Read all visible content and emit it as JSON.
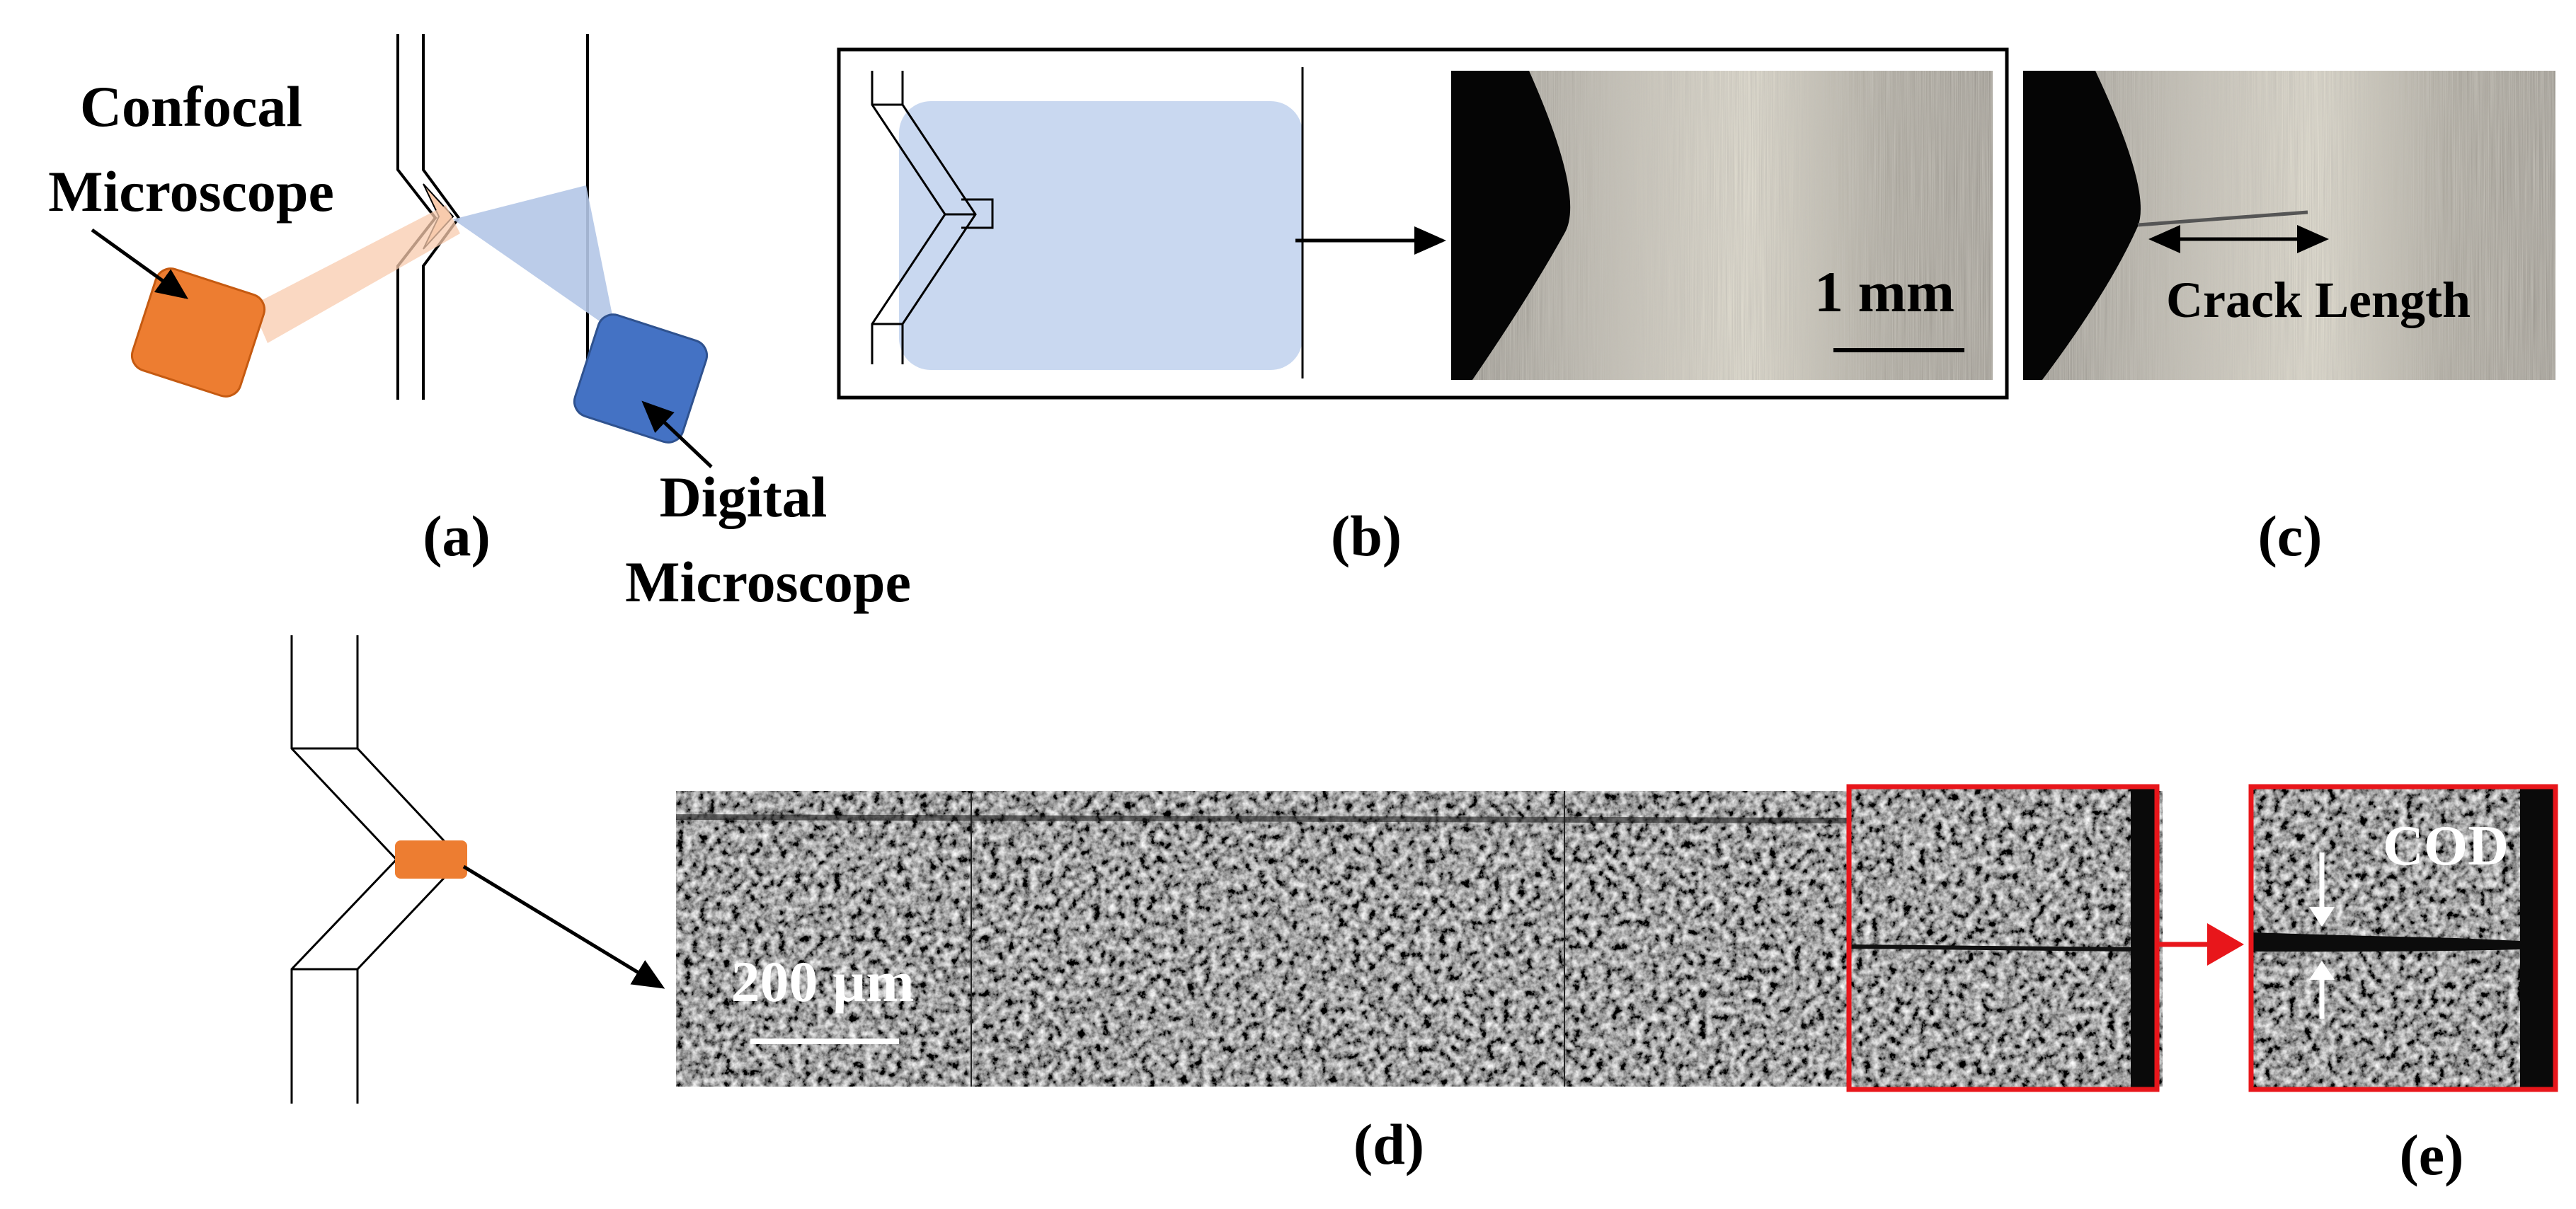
{
  "panel_a": {
    "confocal_label_line1": "Confocal",
    "confocal_label_line2": "Microscope",
    "digital_label_line1": "Digital",
    "digital_label_line2": "Microscope",
    "confocal_color": "#ED7D31",
    "digital_color": "#4472C4",
    "confocal_beam_color": "#F8CBAD",
    "digital_beam_color": "#B4C7E7",
    "caption": "(a)"
  },
  "panel_b": {
    "scale_label": "1 mm",
    "highlight_color": "#C9D8F0",
    "caption": "(b)"
  },
  "panel_c": {
    "annotation": "Crack Length",
    "caption": "(c)"
  },
  "panel_d": {
    "scale_label": "200 µm",
    "highlight_color": "#ED7D31",
    "inset_border_color": "#E8161B",
    "caption": "(d)"
  },
  "panel_e": {
    "annotation": "COD",
    "border_color": "#E8161B",
    "caption": "(e)"
  }
}
